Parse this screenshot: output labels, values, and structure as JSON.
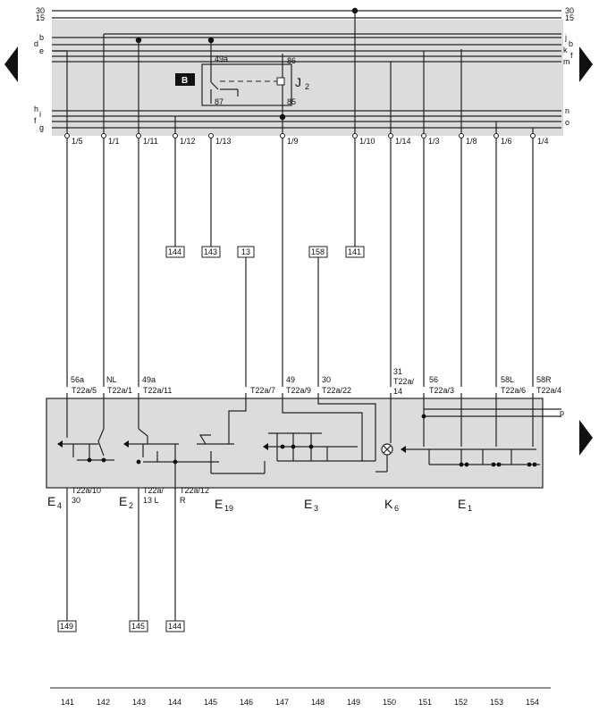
{
  "bus_left": [
    "30",
    "15",
    "b",
    "d",
    "e",
    "h",
    "i",
    "f",
    "g"
  ],
  "bus_right": [
    "30",
    "15",
    "j",
    "b",
    "k",
    "f",
    "m",
    "n",
    "o"
  ],
  "relay": {
    "label": "J",
    "sub": "2",
    "badge": "B",
    "pins": [
      "49a",
      "86",
      "87",
      "85"
    ]
  },
  "connectors_top": [
    "1/5",
    "1/1",
    "1/11",
    "1/12",
    "1/13",
    "1/9",
    "1/10",
    "1/14",
    "1/3",
    "1/8",
    "1/6",
    "1/4"
  ],
  "ref_boxes_top": [
    "144",
    "143",
    "13",
    "158",
    "141"
  ],
  "terminals_mid": [
    {
      "name": "56a",
      "pin": "T22a/5"
    },
    {
      "name": "NL",
      "pin": "T22a/1"
    },
    {
      "name": "49a",
      "pin": "T22a/11"
    },
    {
      "name": "",
      "pin": "T22a/7"
    },
    {
      "name": "49",
      "pin": "T22a/9"
    },
    {
      "name": "30",
      "pin": "T22a/22"
    },
    {
      "name": "31",
      "pin": "T22a/14",
      "pin_top": "T22a/"
    },
    {
      "name": "56",
      "pin": "T22a/3"
    },
    {
      "name": "58L",
      "pin": "T22a/6"
    },
    {
      "name": "58R",
      "pin": "T22a/4"
    }
  ],
  "panel_label": "p",
  "terminals_bottom": [
    {
      "pin": "T22a/10",
      "name": "30"
    },
    {
      "pin": "T22a/",
      "name": "13  L"
    },
    {
      "pin": "T22a/12",
      "name": "R"
    }
  ],
  "components": [
    {
      "main": "E",
      "sub": "4"
    },
    {
      "main": "E",
      "sub": "2"
    },
    {
      "main": "E",
      "sub": "19"
    },
    {
      "main": "E",
      "sub": "3"
    },
    {
      "main": "K",
      "sub": "6"
    },
    {
      "main": "E",
      "sub": "1"
    }
  ],
  "ref_boxes_bottom": [
    "149",
    "145",
    "144"
  ],
  "track_numbers": [
    "141",
    "142",
    "143",
    "144",
    "145",
    "146",
    "147",
    "148",
    "149",
    "150",
    "151",
    "152",
    "153",
    "154"
  ]
}
